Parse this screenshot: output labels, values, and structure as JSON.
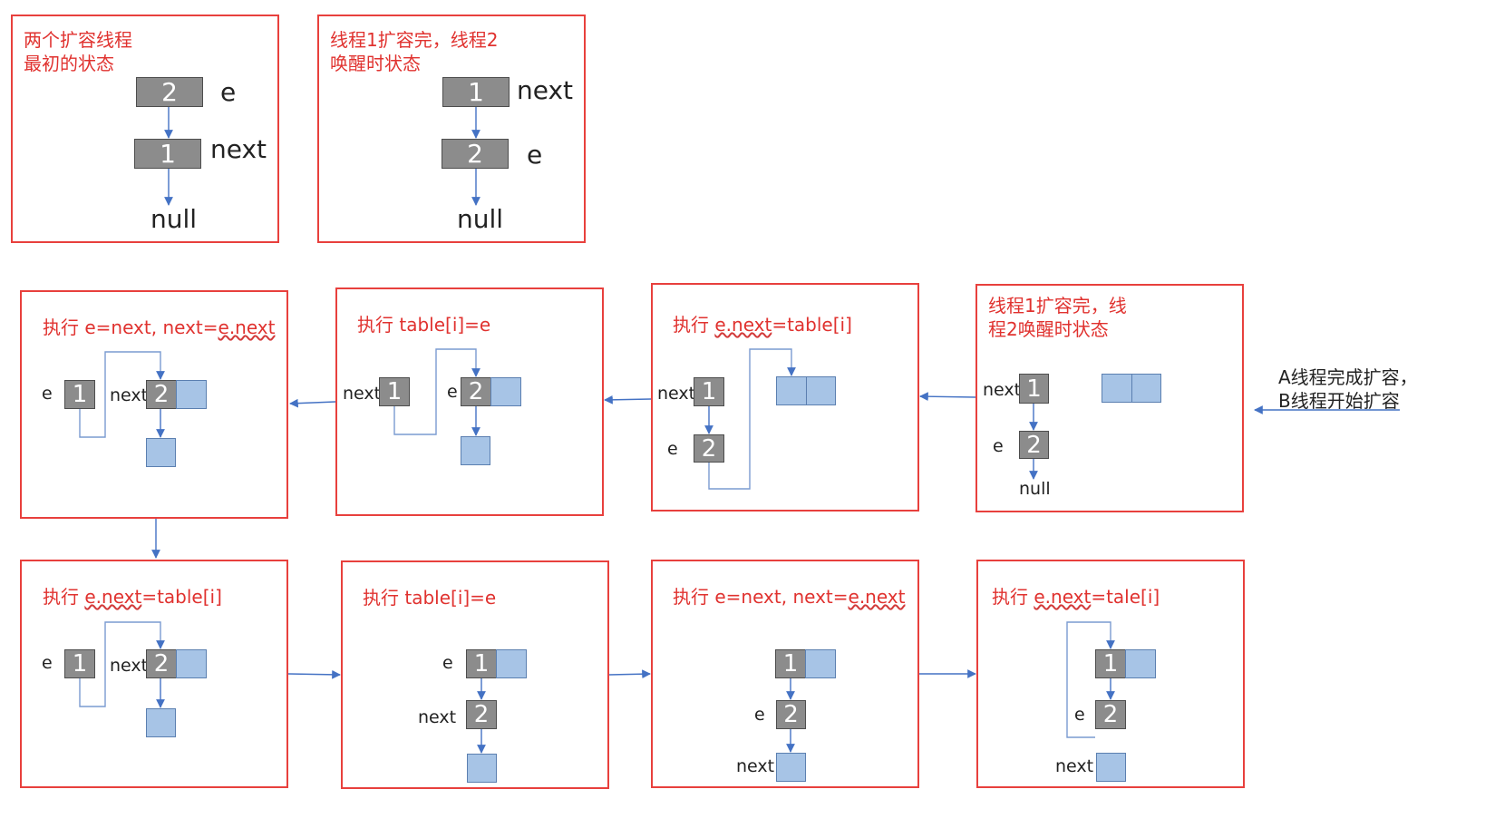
{
  "top_left": {
    "title_line1": "两个扩容线程",
    "title_line2": "最初的状态",
    "node_top": "2",
    "label_top": "e",
    "node_bottom": "1",
    "label_bottom": "next",
    "null_label": "null"
  },
  "top_middle": {
    "title_line1": "线程1扩容完，线程2",
    "title_line2": "唤醒时状态",
    "node_top": "1",
    "label_top": "next",
    "node_bottom": "2",
    "label_bottom": "e",
    "null_label": "null"
  },
  "row2": {
    "p4": {
      "title_line1": "线程1扩容完，线",
      "title_line2": "程2唤醒时状态",
      "label_next": "next",
      "node_1": "1",
      "label_e": "e",
      "node_2": "2",
      "null_label": "null"
    },
    "p3": {
      "title_prefix": "执行 ",
      "title_u": "e.next",
      "title_suffix": "=table[i]",
      "label_next": "next",
      "node_1": "1",
      "label_e": "e",
      "node_2": "2"
    },
    "p2": {
      "title": "执行 table[i]=e",
      "label_next": "next",
      "node_1": "1",
      "label_e": "e",
      "node_2": "2"
    },
    "p1": {
      "title_prefix": "执行 e=next, next=",
      "title_u": "e.next",
      "label_e": "e",
      "node_1": "1",
      "label_next": "next",
      "node_2": "2"
    }
  },
  "row3": {
    "p5": {
      "title_prefix": "执行 ",
      "title_u": "e.next",
      "title_suffix": "=table[i]",
      "label_e": "e",
      "node_1": "1",
      "label_next": "next",
      "node_2": "2"
    },
    "p6": {
      "title": "执行 table[i]=e",
      "label_e": "e",
      "node_1": "1",
      "label_next": "next",
      "node_2": "2"
    },
    "p7": {
      "title_prefix": "执行 e=next, next=",
      "title_u": "e.next",
      "node_1": "1",
      "label_e": "e",
      "node_2": "2",
      "label_next": "next"
    },
    "p8": {
      "title_prefix": "执行 ",
      "title_u": "e.next",
      "title_suffix": "=tale[i]",
      "node_1": "1",
      "label_e": "e",
      "node_2": "2",
      "label_next": "next"
    }
  },
  "side_note": {
    "line1": "A线程完成扩容，",
    "line2": "B线程开始扩容"
  },
  "colors": {
    "panel_border": "#e8403d",
    "title_text": "#e0322f",
    "gray_node": "#8c8c8c",
    "blue_node": "#a7c4e6",
    "arrow": "#4472c4",
    "wire": "#7a9bd1"
  }
}
